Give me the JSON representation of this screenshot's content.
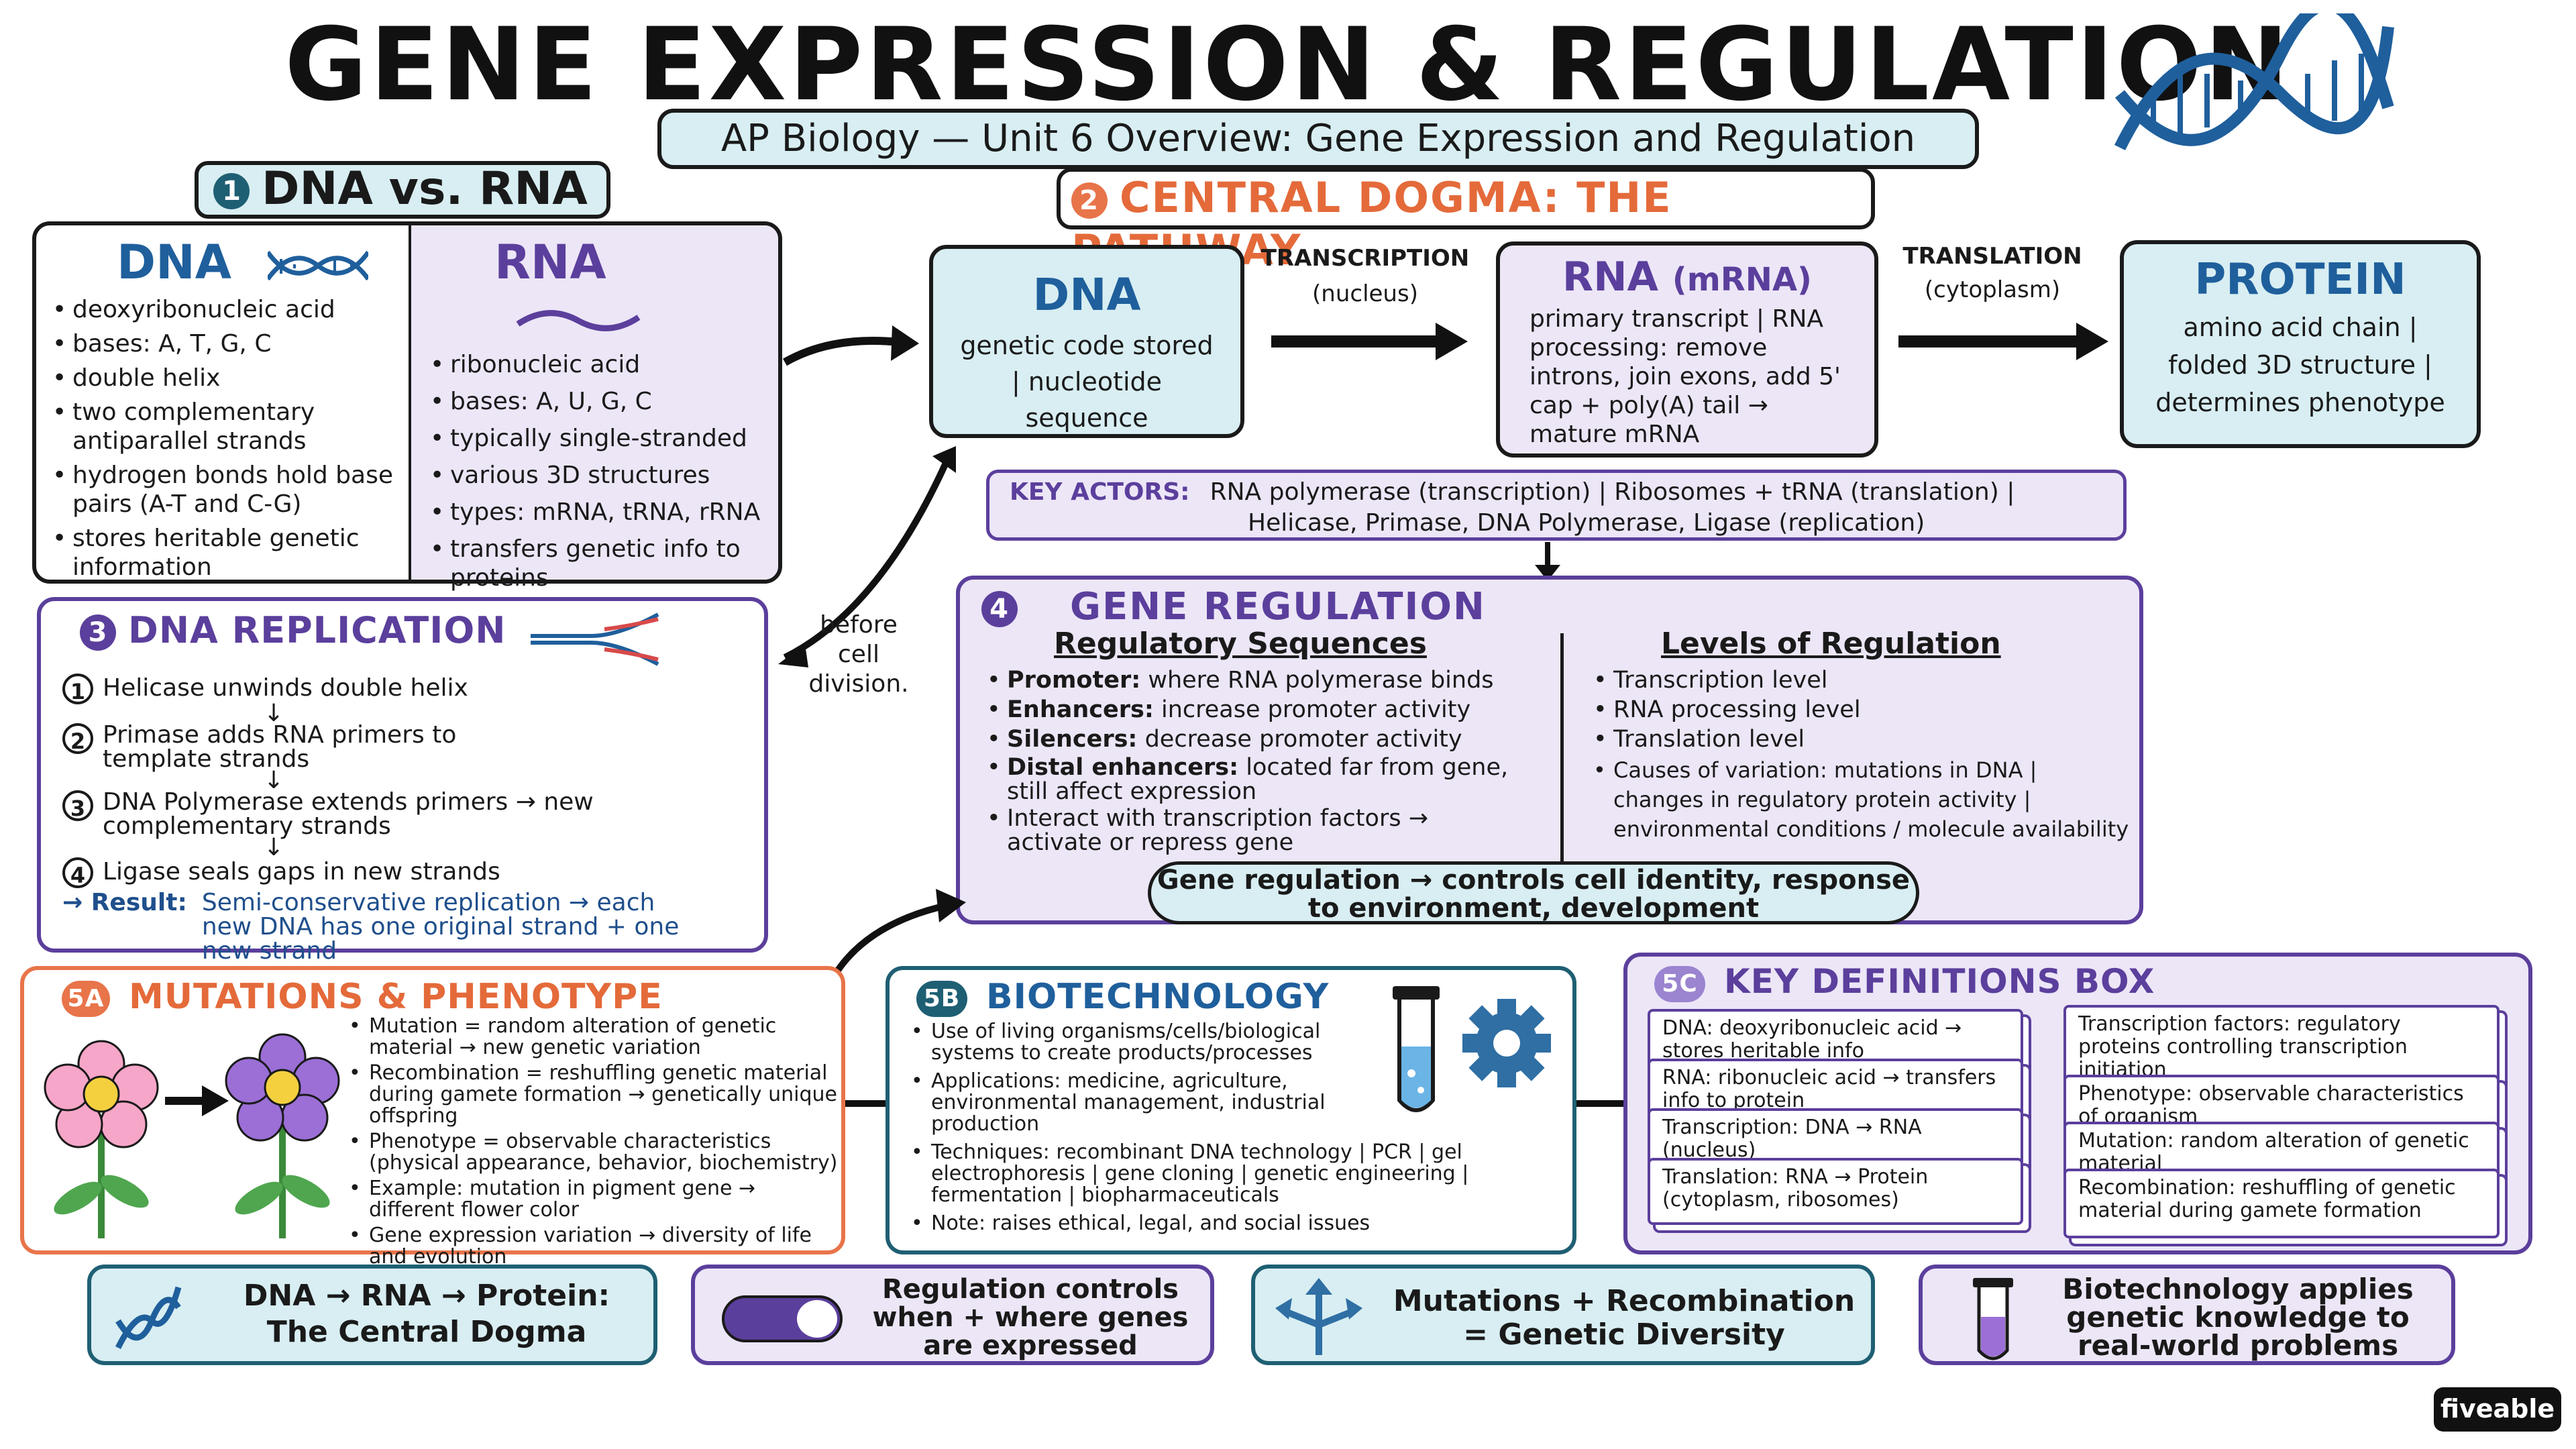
{
  "title": "GENE EXPRESSION & REGULATION",
  "subtitle": "AP Biology — Unit 6 Overview: Gene Expression and Regulation",
  "section1": {
    "number": "1",
    "heading": "DNA vs. RNA",
    "dna": {
      "title": "DNA",
      "items": [
        "deoxyribonucleic acid",
        "bases: A, T, G, C",
        "double helix",
        "two complementary antiparallel strands",
        "hydrogen bonds hold base pairs (A-T and C-G)",
        "stores heritable genetic information"
      ]
    },
    "rna": {
      "title": "RNA",
      "items": [
        "ribonucleic acid",
        "bases: A, U, G, C",
        "typically single-stranded",
        "various 3D structures",
        "types: mRNA, tRNA, rRNA",
        "transfers genetic info to proteins"
      ]
    }
  },
  "section2": {
    "number": "2",
    "heading": "CENTRAL DOGMA: THE PATHWAY",
    "dna_title": "DNA",
    "dna_text": "genetic code stored | nucleotide sequence",
    "transcription_label": "TRANSCRIPTION",
    "transcription_sub": "(nucleus)",
    "rna_title": "RNA",
    "rna_suffix": "(mRNA)",
    "rna_text": "primary transcript | RNA processing: remove introns, join exons, add 5' cap + poly(A) tail → mature mRNA",
    "translation_label": "TRANSLATION",
    "translation_sub": "(cytoplasm)",
    "protein_title": "PROTEIN",
    "protein_text": "amino acid chain | folded 3D structure | determines phenotype",
    "key_actors_label": "KEY ACTORS:",
    "key_actors_line1": "RNA polymerase (transcription) | Ribosomes + tRNA (translation) |",
    "key_actors_line2": "Helicase, Primase, DNA Polymerase, Ligase (replication)"
  },
  "before_cell_division": "before cell division.",
  "section3": {
    "number": "3",
    "heading": "DNA REPLICATION",
    "steps": [
      {
        "n": "1",
        "text": "Helicase unwinds double helix"
      },
      {
        "n": "2",
        "text": "Primase adds RNA primers to template strands"
      },
      {
        "n": "3",
        "text": "DNA Polymerase extends primers → new complementary strands"
      },
      {
        "n": "4",
        "text": "Ligase seals gaps in new strands"
      }
    ],
    "result_label": "→ Result:",
    "result_text": "Semi-conservative replication → each new DNA has one original strand + one new strand"
  },
  "section4": {
    "number": "4",
    "heading": "GENE REGULATION",
    "left_title": "Regulatory Sequences",
    "left_items": [
      {
        "bold": "Promoter:",
        "text": "where RNA polymerase binds"
      },
      {
        "bold": "Enhancers:",
        "text": "increase promoter activity"
      },
      {
        "bold": "Silencers:",
        "text": "decrease promoter activity"
      },
      {
        "bold": "Distal enhancers:",
        "text": "located far from gene, still affect expression"
      },
      {
        "bold": "",
        "text": "Interact with transcription factors → activate or repress gene"
      }
    ],
    "right_title": "Levels of Regulation",
    "right_items": [
      "Transcription level",
      "RNA processing level",
      "Translation level",
      "Causes of variation: mutations in DNA | changes in regulatory protein activity | environmental conditions / molecule availability"
    ],
    "cloud": "Gene regulation → controls cell identity, response to environment, development"
  },
  "section5a": {
    "number": "5A",
    "heading": "MUTATIONS & PHENOTYPE",
    "items": [
      "Mutation = random alteration of genetic material → new genetic variation",
      "Recombination = reshuffling genetic material during gamete formation → genetically unique offspring",
      "Phenotype = observable characteristics (physical appearance, behavior, biochemistry)",
      "Example: mutation in pigment gene → different flower color",
      "Gene expression variation → diversity of life and evolution"
    ]
  },
  "section5b": {
    "number": "5B",
    "heading": "BIOTECHNOLOGY",
    "items": [
      "Use of living organisms/cells/biological systems to create products/processes",
      "Applications: medicine, agriculture, environmental management, industrial production",
      "Techniques: recombinant DNA technology | PCR | gel electrophoresis | gene cloning | genetic engineering | fermentation | biopharmaceuticals",
      "Note: raises ethical, legal, and social issues"
    ]
  },
  "section5c": {
    "number": "5C",
    "heading": "KEY DEFINITIONS BOX",
    "left_cards": [
      "DNA: deoxyribonucleic acid → stores heritable info",
      "RNA: ribonucleic acid → transfers info to protein",
      "Transcription: DNA → RNA (nucleus)",
      "Translation: RNA → Protein (cytoplasm, ribosomes)"
    ],
    "right_cards": [
      "Transcription factors: regulatory proteins controlling transcription initiation",
      "Phenotype: observable characteristics of organism",
      "Mutation: random alteration of genetic material",
      "Recombination: reshuffling of genetic material during gamete formation"
    ]
  },
  "summary": [
    "DNA → RNA → Protein: The Central Dogma",
    "Regulation controls when + where genes are expressed",
    "Mutations + Recombination = Genetic Diversity",
    "Biotechnology applies genetic knowledge to real-world problems"
  ],
  "brand": "fiveable",
  "colors": {
    "teal_fill": "#d8eef2",
    "purple_fill": "#ece6f7",
    "purple_border": "#5b3f9c",
    "orange_border": "#e8744a",
    "blue_border": "#1f5f73",
    "dna_blue": "#1f5f9c"
  }
}
